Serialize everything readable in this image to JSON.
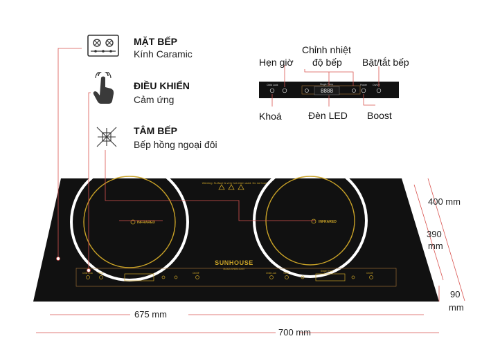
{
  "features": [
    {
      "title": "MẶT BẾP",
      "subtitle": "Kính Caramic",
      "icon": "cooktop-icon"
    },
    {
      "title": "ĐIỀU KHIỂN",
      "subtitle": "Cảm ứng",
      "icon": "touch-hand-icon"
    },
    {
      "title": "TÂM BẾP",
      "subtitle": "Bếp hồng ngoại đôi",
      "icon": "heating-element-icon"
    }
  ],
  "panel_callouts": {
    "timer": "Hẹn giờ",
    "temp_line1": "Chỉnh nhiệt",
    "temp_line2": "độ bếp",
    "power": "Bật/tắt bếp",
    "lock": "Khoá",
    "led": "Đèn LED",
    "boost": "Boost"
  },
  "panel_text": {
    "child_lock": "Child Lock",
    "single_temp": "Single Temp",
    "power": "Power",
    "on_off": "On/Off"
  },
  "cooktop": {
    "brand": "SUNHOUSE",
    "model": "MAMA SHB9100MT",
    "warning": "Warning: Surface is very hot when used. Do not touch!",
    "left_zone": "INFRARED",
    "right_zone": "INFRARED",
    "left_ctrl": {
      "lock": "Child Lock",
      "timer": "Timer",
      "onoff": "On/Off"
    },
    "right_ctrl": {
      "lock": "Child Lock",
      "timer": "Timer",
      "temp": "Single Temp",
      "onoff": "On/Off"
    }
  },
  "dimensions": {
    "depth": "400 mm",
    "inner_depth_value": "390",
    "inner_depth_unit": "mm",
    "height_value": "90",
    "height_unit": "mm",
    "inner_width": "675 mm",
    "width": "700 mm"
  },
  "colors": {
    "callout_line": "#d9534f",
    "glass": "#111111",
    "zone_ring": "#ffffff",
    "zone_gold": "#c9a227",
    "panel_frame": "#b07a3a"
  }
}
